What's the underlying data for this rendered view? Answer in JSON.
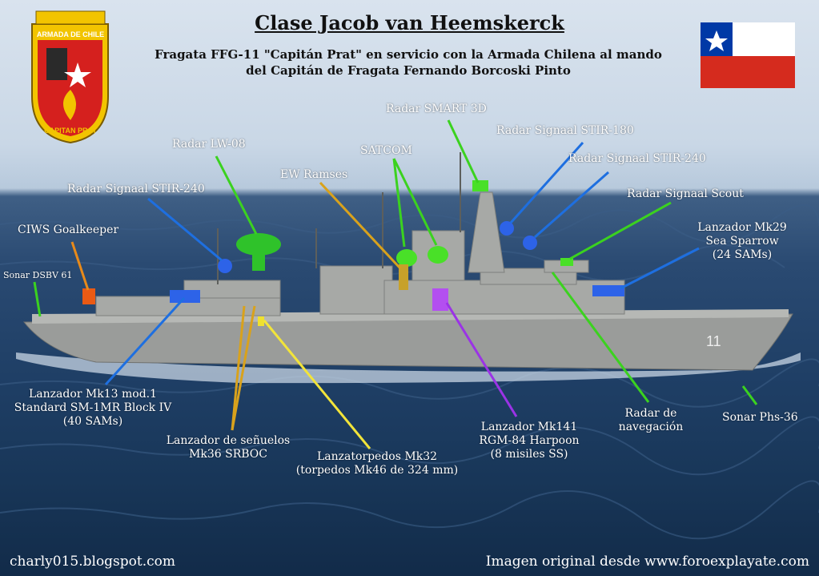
{
  "header": {
    "title": "Clase Jacob van Heemskerck",
    "subtitle_line1": "Fragata FFG-11 \"Capitán Prat\" en servicio con la Armada Chilena al mando",
    "subtitle_line2": "del Capitán de Fragata Fernando Borcoski Pinto"
  },
  "crest": {
    "top_text": "ARMADA DE CHILE",
    "bottom_text": "CAPITAN PRAT"
  },
  "labels": {
    "smart": "Radar SMART 3D",
    "stir180": "Radar Signaal STIR-180",
    "lw08": "Radar LW-08",
    "satcom": "SATCOM",
    "stir240_right": "Radar Signaal STIR-240",
    "ew": "EW Ramses",
    "stir240_left": "Radar Signaal STIR-240",
    "scout": "Radar Signaal Scout",
    "ciws": "CIWS Goalkeeper",
    "mk29_l1": "Lanzador Mk29",
    "mk29_l2": "Sea Sparrow",
    "mk29_l3": "(24 SAMs)",
    "sonar_dsbv": "Sonar DSBV 61",
    "mk13_l1": "Lanzador Mk13 mod.1",
    "mk13_l2": "Standard SM-1MR Block IV",
    "mk13_l3": "(40 SAMs)",
    "srboc_l1": "Lanzador de señuelos",
    "srboc_l2": "Mk36 SRBOC",
    "mk32_l1": "Lanzatorpedos Mk32",
    "mk32_l2": "(torpedos Mk46 de 324 mm)",
    "mk141_l1": "Lanzador Mk141",
    "mk141_l2": "RGM-84 Harpoon",
    "mk141_l3": "(8 misiles SS)",
    "nav_l1": "Radar de",
    "nav_l2": "navegación",
    "phs": "Sonar Phs-36"
  },
  "hull_number": "11",
  "footer": {
    "left": "charly015.blogspot.com",
    "right": "Imagen original desde www.foroexplayate.com"
  },
  "colors": {
    "line_blue": "#1e6fe0",
    "line_green": "#3bd21f",
    "line_orange": "#e88a1a",
    "line_yellow": "#f2e43a",
    "line_purple": "#9b33e6",
    "line_gold": "#d9a21c",
    "flag_red": "#d52b1e",
    "flag_blue": "#0039a6"
  }
}
